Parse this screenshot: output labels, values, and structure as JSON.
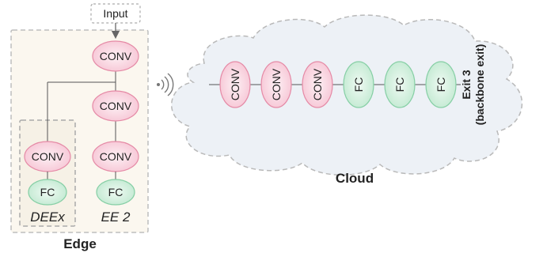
{
  "input_label": "Input",
  "edge": {
    "label": "Edge",
    "backbone": [
      "CONV",
      "CONV",
      "CONV"
    ],
    "deex": {
      "nodes": [
        "CONV",
        "FC"
      ],
      "caption": "DEEx"
    },
    "ee2": {
      "caption": "EE 2",
      "fc": "FC"
    }
  },
  "cloud": {
    "label": "Cloud",
    "layers": [
      "CONV",
      "CONV",
      "CONV",
      "FC",
      "FC",
      "FC"
    ],
    "exit_line1": "Exit 3",
    "exit_line2": "(backbone exit)"
  },
  "colors": {
    "conv_fill": "#f9d6e0",
    "conv_stroke": "#e58aa6",
    "fc_fill": "#d5f0e0",
    "fc_stroke": "#86cfa5",
    "edge_bg": "#fbf7ef",
    "cloud_bg": "#edf1f6"
  },
  "icons": {
    "wireless": "wireless-signal-icon"
  }
}
